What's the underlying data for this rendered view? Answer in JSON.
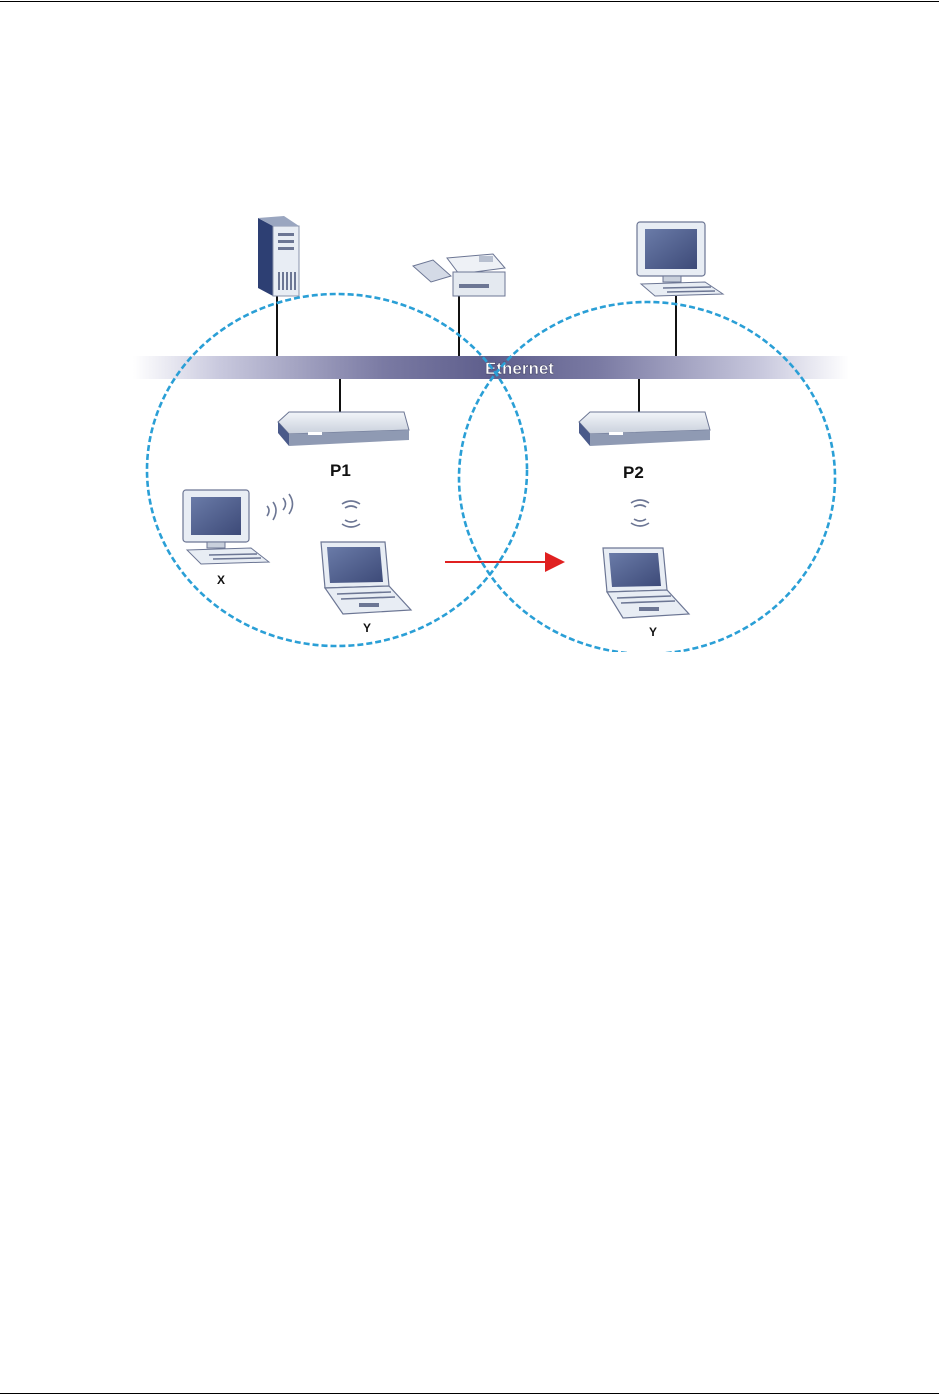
{
  "diagram": {
    "backbone_label": "Ethernet",
    "access_points": [
      {
        "label": "P1"
      },
      {
        "label": "P2"
      }
    ],
    "stations": [
      {
        "label": "X",
        "type": "desktop"
      },
      {
        "label": "Y",
        "type": "laptop"
      },
      {
        "label": "Y",
        "type": "laptop"
      }
    ],
    "wired_devices": [
      "server-tower",
      "printer",
      "desktop-computer"
    ],
    "colors": {
      "backbone": "#6b6b94",
      "coverage_circle": "#2a9fd6",
      "roaming_arrow": "#e02020",
      "device_body": "#e4e9f0",
      "device_accent": "#4a5a8a"
    }
  }
}
